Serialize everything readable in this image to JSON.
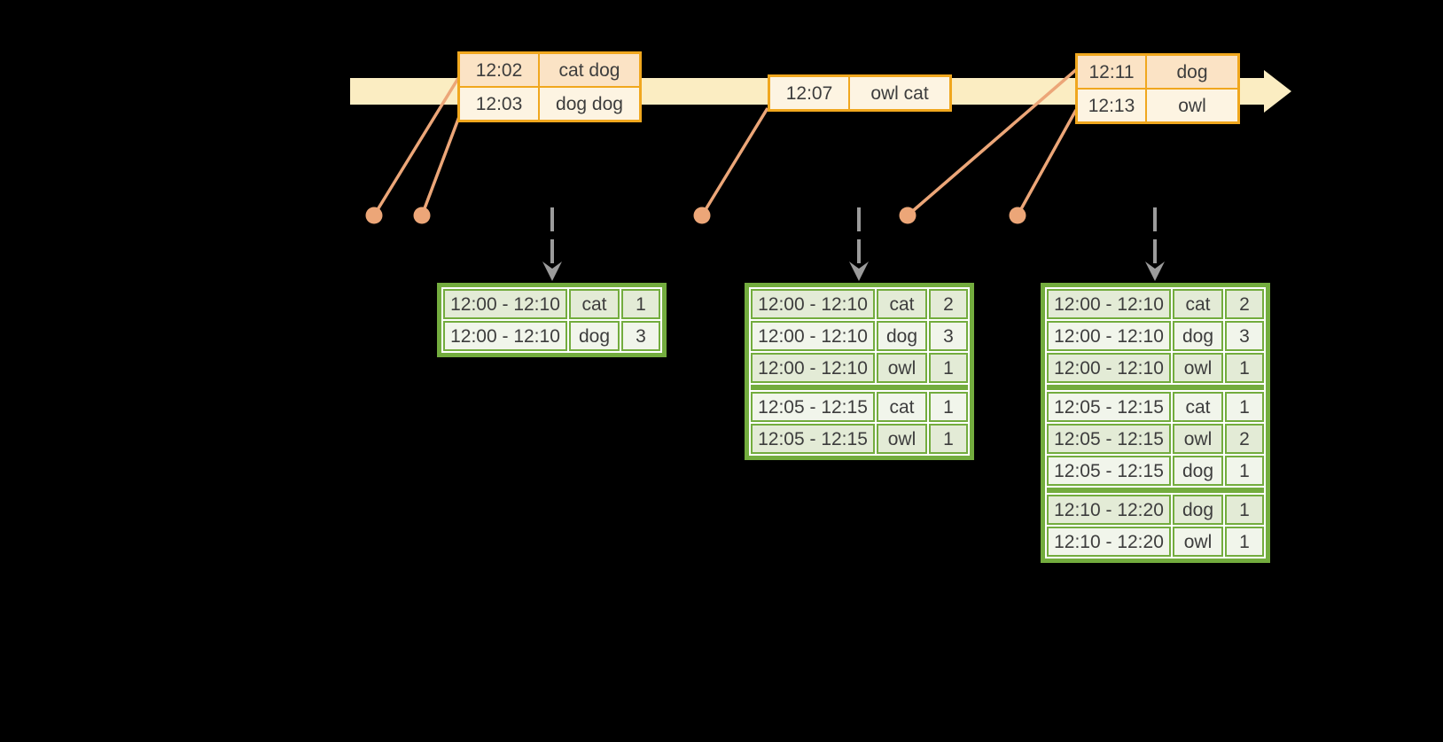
{
  "colors": {
    "background": "#000000",
    "band": "#FBEDC2",
    "amber": "#F0A71E",
    "peach": "#FBE3C5",
    "cream": "#FDF4E2",
    "salmon": "#ECA678",
    "green": "#73AC3E",
    "sage": "#E3EBD6",
    "mint": "#F1F5EB",
    "gray": "#9B9B9B",
    "text": "#3D3D3D"
  },
  "icons": {
    "timeline_arrowhead": "right-arrow",
    "drop_arrow": "dashed-down-arrow",
    "event_dot": "filled-circle"
  },
  "timeline": {
    "event_tables": [
      {
        "rows": [
          {
            "time": "12:02",
            "words": "cat dog"
          },
          {
            "time": "12:03",
            "words": "dog dog"
          }
        ]
      },
      {
        "rows": [
          {
            "time": "12:07",
            "words": "owl cat"
          }
        ]
      },
      {
        "rows": [
          {
            "time": "12:11",
            "words": "dog"
          },
          {
            "time": "12:13",
            "words": "owl"
          }
        ]
      }
    ]
  },
  "result_tables": [
    {
      "groups": [
        {
          "rows": [
            {
              "window": "12:00 - 12:10",
              "key": "cat",
              "count": "1"
            },
            {
              "window": "12:00 - 12:10",
              "key": "dog",
              "count": "3"
            }
          ]
        }
      ]
    },
    {
      "groups": [
        {
          "rows": [
            {
              "window": "12:00 - 12:10",
              "key": "cat",
              "count": "2"
            },
            {
              "window": "12:00 - 12:10",
              "key": "dog",
              "count": "3"
            },
            {
              "window": "12:00 - 12:10",
              "key": "owl",
              "count": "1"
            }
          ]
        },
        {
          "rows": [
            {
              "window": "12:05 - 12:15",
              "key": "cat",
              "count": "1"
            },
            {
              "window": "12:05 - 12:15",
              "key": "owl",
              "count": "1"
            }
          ]
        }
      ]
    },
    {
      "groups": [
        {
          "rows": [
            {
              "window": "12:00 - 12:10",
              "key": "cat",
              "count": "2"
            },
            {
              "window": "12:00 - 12:10",
              "key": "dog",
              "count": "3"
            },
            {
              "window": "12:00 - 12:10",
              "key": "owl",
              "count": "1"
            }
          ]
        },
        {
          "rows": [
            {
              "window": "12:05 - 12:15",
              "key": "cat",
              "count": "1"
            },
            {
              "window": "12:05 - 12:15",
              "key": "owl",
              "count": "2"
            },
            {
              "window": "12:05 - 12:15",
              "key": "dog",
              "count": "1"
            }
          ]
        },
        {
          "rows": [
            {
              "window": "12:10 - 12:20",
              "key": "dog",
              "count": "1"
            },
            {
              "window": "12:10 - 12:20",
              "key": "owl",
              "count": "1"
            }
          ]
        }
      ]
    }
  ]
}
